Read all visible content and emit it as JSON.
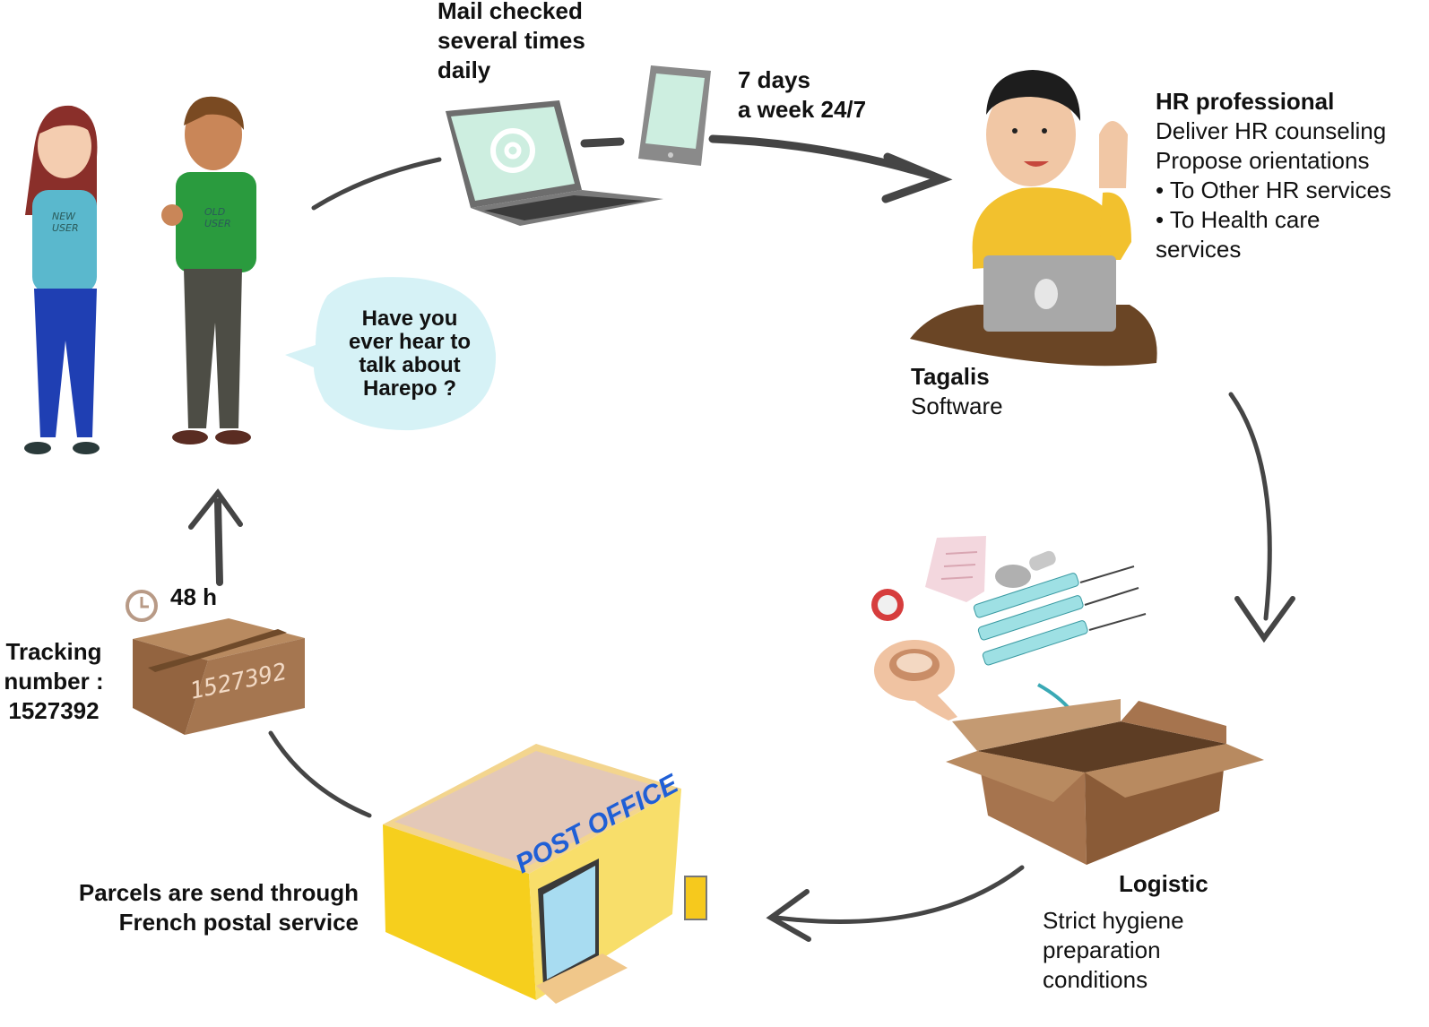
{
  "mail": {
    "line1": "Mail checked",
    "line2": "several times",
    "line3": "daily"
  },
  "availability": {
    "line1": "7 days",
    "line2": "a week 24/7"
  },
  "hr": {
    "title": "HR professional",
    "lines": [
      "Deliver HR counseling",
      "Propose orientations",
      "• To Other HR services",
      "• To Health care",
      "services"
    ]
  },
  "software": {
    "name": "Tagalis",
    "label": "Software"
  },
  "speech": {
    "lines": [
      "Have you",
      "ever hear to",
      "talk about",
      "Harepo ?"
    ]
  },
  "users": {
    "new_shirt": [
      "NEW",
      "USER"
    ],
    "old_shirt": [
      "OLD",
      "USER"
    ]
  },
  "delivery_time": {
    "label": "48 h"
  },
  "tracking": {
    "line1": "Tracking",
    "line2": "number :",
    "line3": "1527392",
    "box_number": "1527392"
  },
  "postal": {
    "line1": "Parcels are send through",
    "line2": "French postal service",
    "sign": "POST OFFICE"
  },
  "logistic": {
    "title": "Logistic",
    "lines": [
      "Strict hygiene",
      "preparation",
      "conditions"
    ]
  },
  "colors": {
    "arrow": "#454545",
    "teal": "#3aa9b5",
    "box": "#a8784f",
    "building": "#f6cf1d"
  }
}
